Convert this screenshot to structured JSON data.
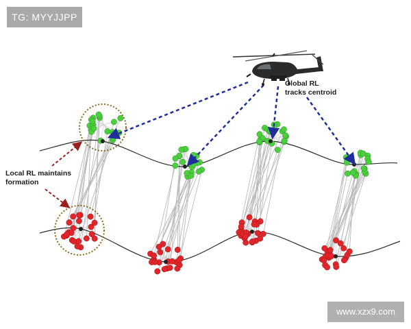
{
  "badges": {
    "tag": "TG: MYYJJPP",
    "watermark": "www.xzx9.com"
  },
  "labels": {
    "global_rl": [
      "Global RL",
      "tracks centroid"
    ],
    "local_rl": [
      "Local RL maintains",
      "formation"
    ]
  },
  "colors": {
    "top_agents": "#4ccf3c",
    "bottom_agents": "#e2252b",
    "global_arrows": "#1f2e9a",
    "local_arrows": "#9a1f1f",
    "highlight_ring": "#8a6a1a",
    "links": "#b9b9b9",
    "path": "#2a2a2a"
  },
  "icons": {
    "helicopter": "helicopter-icon",
    "centroid": "centroid-marker-icon"
  }
}
